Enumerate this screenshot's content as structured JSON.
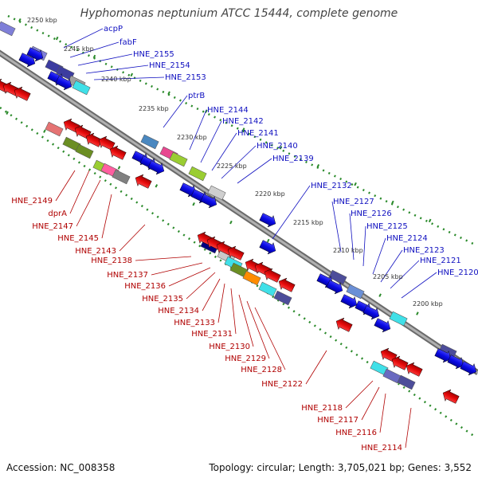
{
  "title": "Hyphomonas neptunium ATCC 15444, complete genome",
  "accession_text": "Accession: NC_008358",
  "topology_text": "Topology: circular; Length: 3,705,021 bp; Genes: 3,552",
  "colors": {
    "forward_gene": "#0a0ae6",
    "reverse_gene": "#e60a0a",
    "backbone": "#8a8a8a",
    "tick_green": "#2a8a2a",
    "forward_label": "#1010c0",
    "reverse_label": "#b00000",
    "scale_text": "#333333"
  },
  "scale_labels": [
    "2250 kbp",
    "2245 kbp",
    "2240 kbp",
    "2235 kbp",
    "2230 kbp",
    "2225 kbp",
    "2220 kbp",
    "2215 kbp",
    "2210 kbp",
    "2205 kbp",
    "2200 kbp"
  ],
  "forward_labels": [
    "acpP",
    "fabF",
    "HNE_2155",
    "HNE_2154",
    "HNE_2153",
    "ptrB",
    "HNE_2144",
    "HNE_2142",
    "HNE_2141",
    "HNE_2140",
    "HNE_2139",
    "HNE_2132",
    "HNE_2127",
    "HNE_2126",
    "HNE_2125",
    "HNE_2124",
    "HNE_2123",
    "HNE_2121",
    "HNE_2120"
  ],
  "reverse_labels": [
    "HNE_2149",
    "dprA",
    "HNE_2147",
    "HNE_2145",
    "HNE_2143",
    "HNE_2138",
    "HNE_2137",
    "HNE_2136",
    "HNE_2135",
    "HNE_2134",
    "HNE_2133",
    "HNE_2131",
    "HNE_2130",
    "HNE_2129",
    "HNE_2128",
    "HNE_2122",
    "HNE_2118",
    "HNE_2117",
    "HNE_2116",
    "HNE_2114"
  ]
}
